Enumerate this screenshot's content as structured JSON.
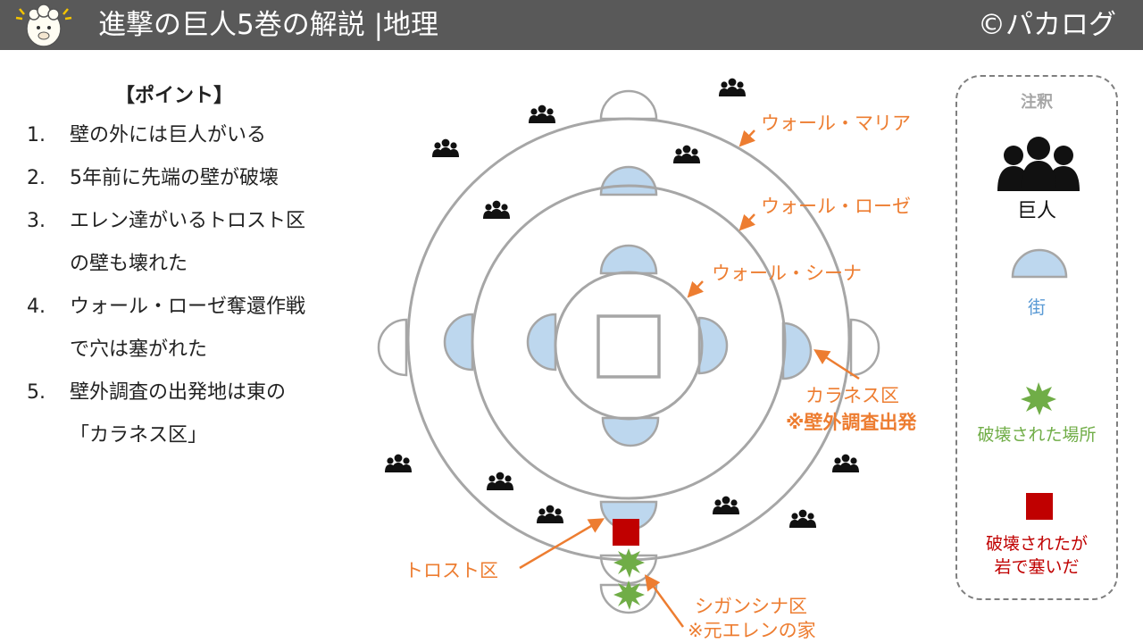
{
  "header": {
    "title": "進撃の巨人5巻の解説 |地理",
    "copyright": "©パカログ",
    "logo_icon": "alpaca-icon"
  },
  "points": {
    "title": "【ポイント】",
    "items": [
      {
        "num": "1.",
        "lines": [
          "壁の外には巨人がいる"
        ]
      },
      {
        "num": "2.",
        "lines": [
          "5年前に先端の壁が破壊"
        ]
      },
      {
        "num": "3.",
        "lines": [
          "エレン達がいるトロスト区",
          "の壁も壊れた"
        ]
      },
      {
        "num": "4.",
        "lines": [
          "ウォール・ローゼ奪還作戦",
          "で穴は塞がれた"
        ]
      },
      {
        "num": "5.",
        "lines": [
          "壁外調査の出発地は東の",
          "「カラネス区」"
        ]
      }
    ]
  },
  "diagram": {
    "walls": {
      "maria": "ウォール・マリア",
      "rose": "ウォール・ローゼ",
      "sina": "ウォール・シーナ"
    },
    "districts": {
      "karanes": "カラネス区",
      "karanes_note": "※壁外調査出発",
      "trost": "トロスト区",
      "shiganshina": "シガンシナ区",
      "shiganshina_note": "※元エレンの家"
    }
  },
  "legend": {
    "title": "注釈",
    "titan": "巨人",
    "town": "街",
    "destroyed": "破壊された場所",
    "blocked_line1": "破壊されたが",
    "blocked_line2": "岩で塞いだ"
  },
  "colors": {
    "header_bg": "#595959",
    "orange": "#ed7d31",
    "town_fill": "#bdd7ee",
    "wall": "#a6a6a6",
    "destroyed": "#70ad47",
    "blocked": "#c00000"
  }
}
